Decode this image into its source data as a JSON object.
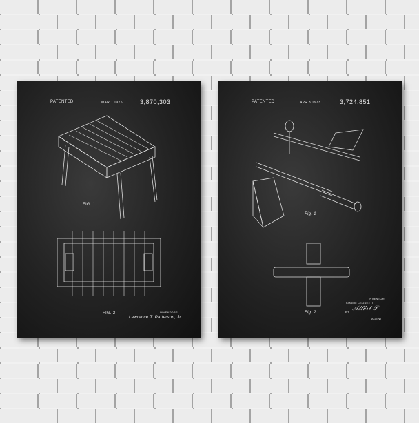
{
  "posters": [
    {
      "patented": "PATENTED",
      "date": "MAR 1 1975",
      "number": "3,870,303",
      "fig1": "FIG. 1",
      "fig2": "FIG. 2",
      "inventors_label": "INVENTORS",
      "inventor": "Lawrence T. Patterson, Jr."
    },
    {
      "patented": "PATENTED",
      "date": "APR 3 1973",
      "number": "3,724,851",
      "fig1": "Fig. 1",
      "fig2": "Fig. 2",
      "inventors_label": "INVENTOR",
      "inventor": "Claudio CEGNETTI",
      "by": "BY",
      "agent": "AGENT"
    }
  ]
}
